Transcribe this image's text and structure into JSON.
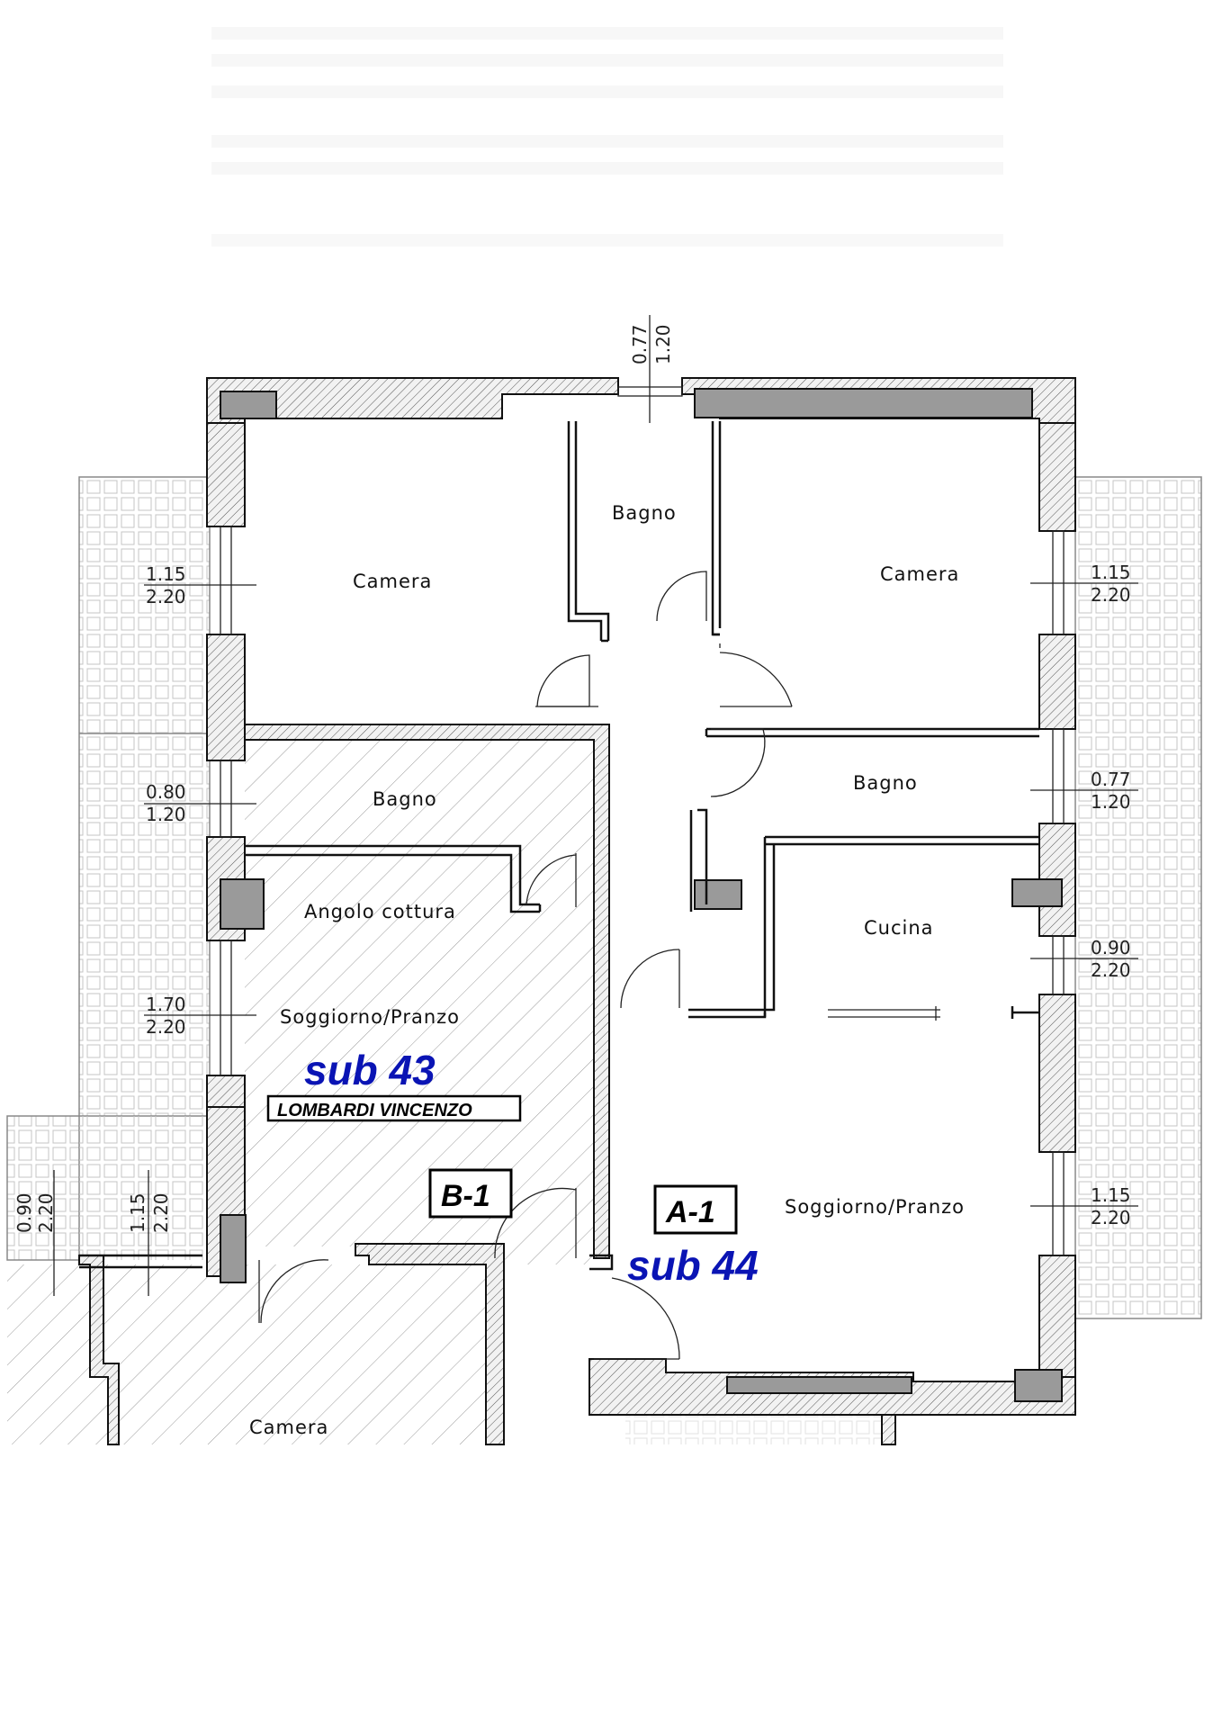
{
  "rooms": {
    "camera_left": "Camera",
    "bagno_top": "Bagno",
    "camera_right": "Camera",
    "bagno_sub43": "Bagno",
    "bagno_sub44": "Bagno",
    "angolo_cottura": "Angolo  cottura",
    "cucina": "Cucina",
    "soggiorno_sub43": "Soggiorno/Pranzo",
    "soggiorno_sub44": "Soggiorno/Pranzo",
    "camera_bottom": "Camera"
  },
  "units": {
    "sub43": "sub 43",
    "sub43_owner": "LOMBARDI VINCENZO",
    "sub43_code": "B-1",
    "sub44": "sub 44",
    "sub44_code": "A-1"
  },
  "openings": {
    "top_a": "0.77",
    "top_b": "1.20",
    "l1_a": "1.15",
    "l1_b": "2.20",
    "l2_a": "0.80",
    "l2_b": "1.20",
    "l3_a": "1.70",
    "l3_b": "2.20",
    "l4_a": "0.90",
    "l4_b": "2.20",
    "l5_a": "1.15",
    "l5_b": "2.20",
    "r1_a": "1.15",
    "r1_b": "2.20",
    "r2_a": "0.77",
    "r2_b": "1.20",
    "r3_a": "0.90",
    "r3_b": "2.20",
    "r4_a": "1.15",
    "r4_b": "2.20"
  },
  "colors": {
    "sub_label": "#0a14b4",
    "column_fill": "#9a9a9a"
  }
}
